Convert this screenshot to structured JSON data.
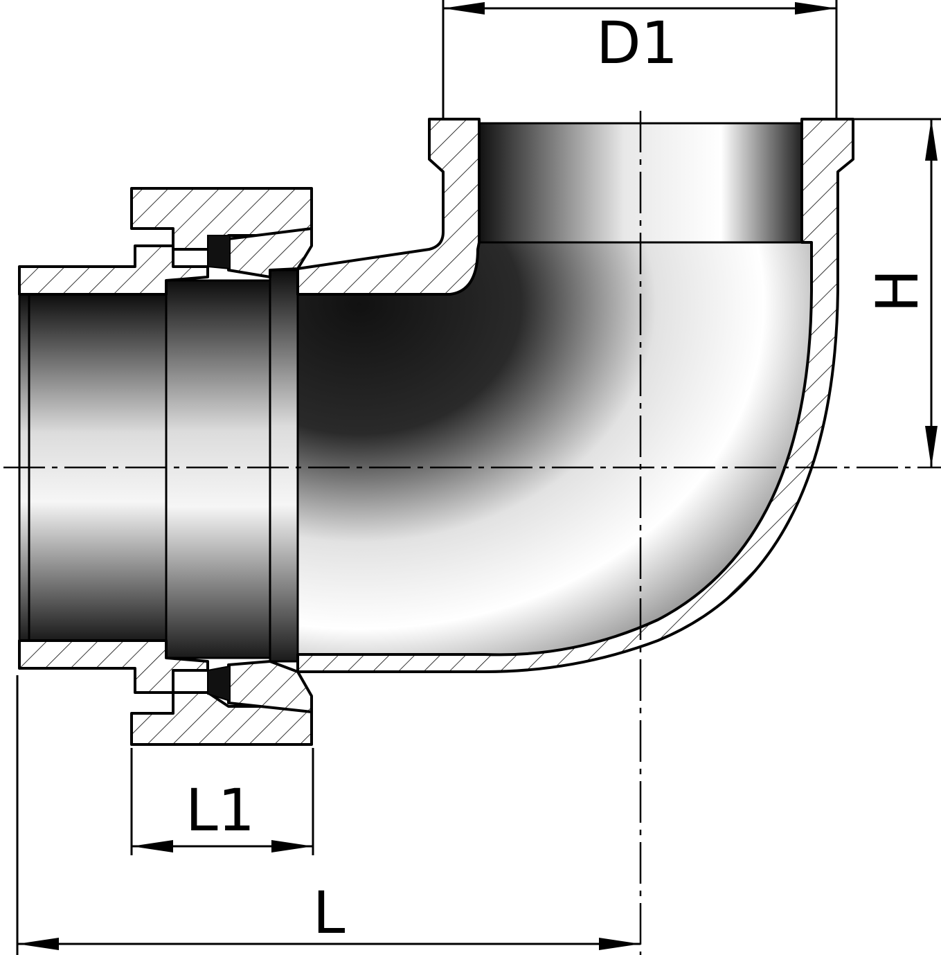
{
  "labels": {
    "d1": "D1",
    "h": "H",
    "l1": "L1",
    "l": "L"
  }
}
